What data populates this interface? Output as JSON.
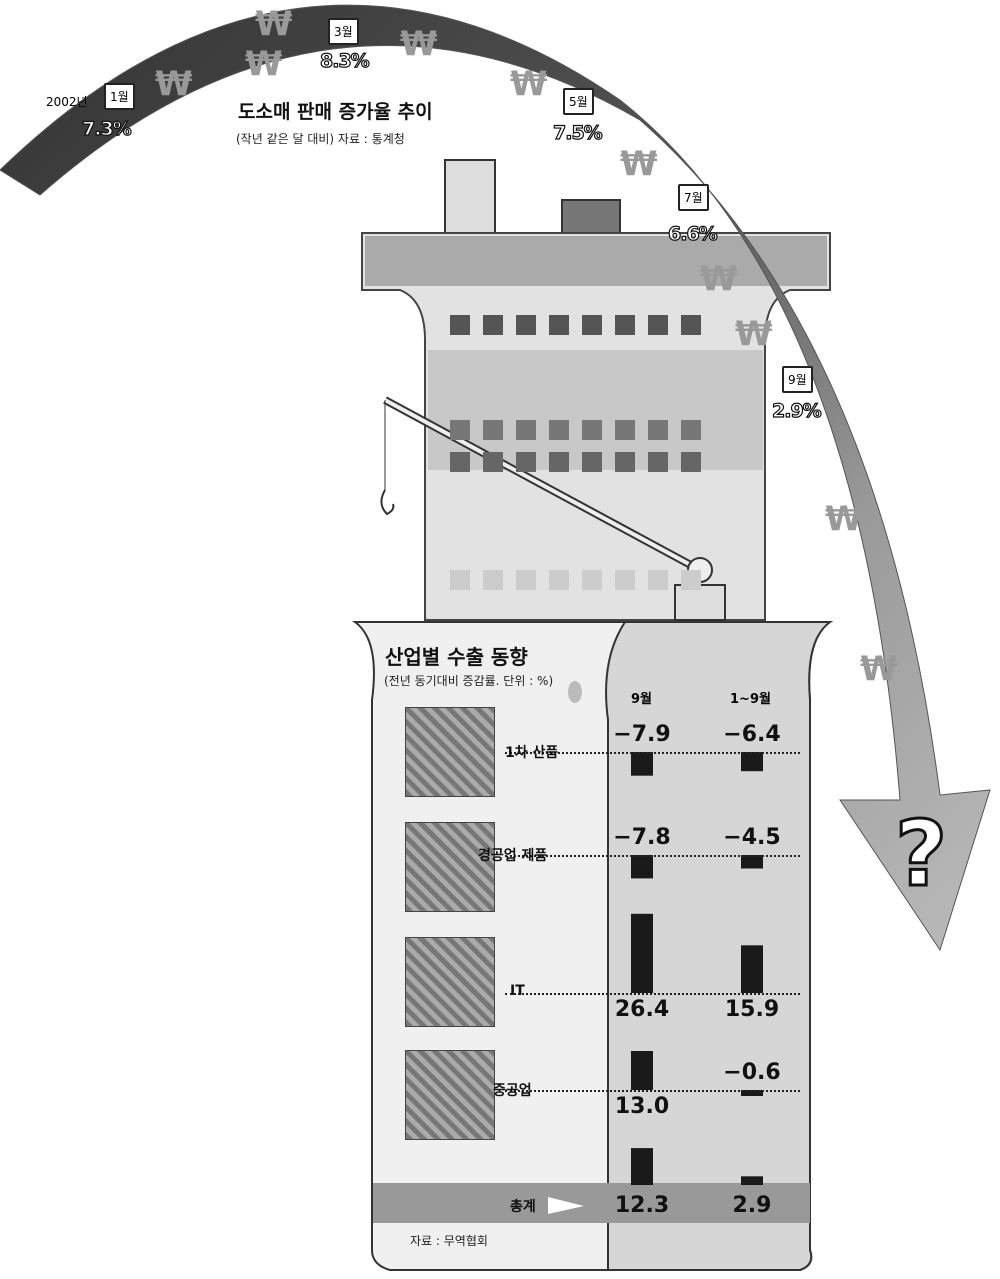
{
  "retail": {
    "title": "도소매 판매 증가율 추이",
    "subtitle": "(작년 같은 달 대비)   자료 : 통계청",
    "year_label": "2002년",
    "points": [
      {
        "month": "1월",
        "value": "7.3%"
      },
      {
        "month": "3월",
        "value": "8.3%"
      },
      {
        "month": "5월",
        "value": "7.5%"
      },
      {
        "month": "7월",
        "value": "6.6%"
      },
      {
        "month": "9월",
        "value": "2.9%"
      }
    ],
    "future": "?"
  },
  "exports": {
    "title": "산업별 수출 동향",
    "subtitle": "(전년 동기대비 증감률. 단위 : %)",
    "source": "자료 : 무역협회",
    "total_label": "총계"
  },
  "chart_data": [
    {
      "type": "line",
      "title": "도소매 판매 증가율 추이",
      "x": [
        "1월",
        "3월",
        "5월",
        "7월",
        "9월"
      ],
      "values": [
        7.3,
        8.3,
        7.5,
        6.6,
        2.9
      ],
      "ylabel": "%"
    },
    {
      "type": "bar",
      "title": "산업별 수출 동향",
      "categories": [
        "1차 산품",
        "경공업 제품",
        "IT",
        "중공업",
        "총계"
      ],
      "series": [
        {
          "name": "9월",
          "values": [
            -7.9,
            -7.8,
            26.4,
            13.0,
            12.3
          ],
          "labels": [
            "−7.9",
            "−7.8",
            "26.4",
            "13.0",
            "12.3"
          ]
        },
        {
          "name": "1~9월",
          "values": [
            -6.4,
            -4.5,
            15.9,
            -0.6,
            2.9
          ],
          "labels": [
            "−6.4",
            "−4.5",
            "15.9",
            "−0.6",
            "2.9"
          ]
        }
      ],
      "ylabel": "%"
    }
  ]
}
